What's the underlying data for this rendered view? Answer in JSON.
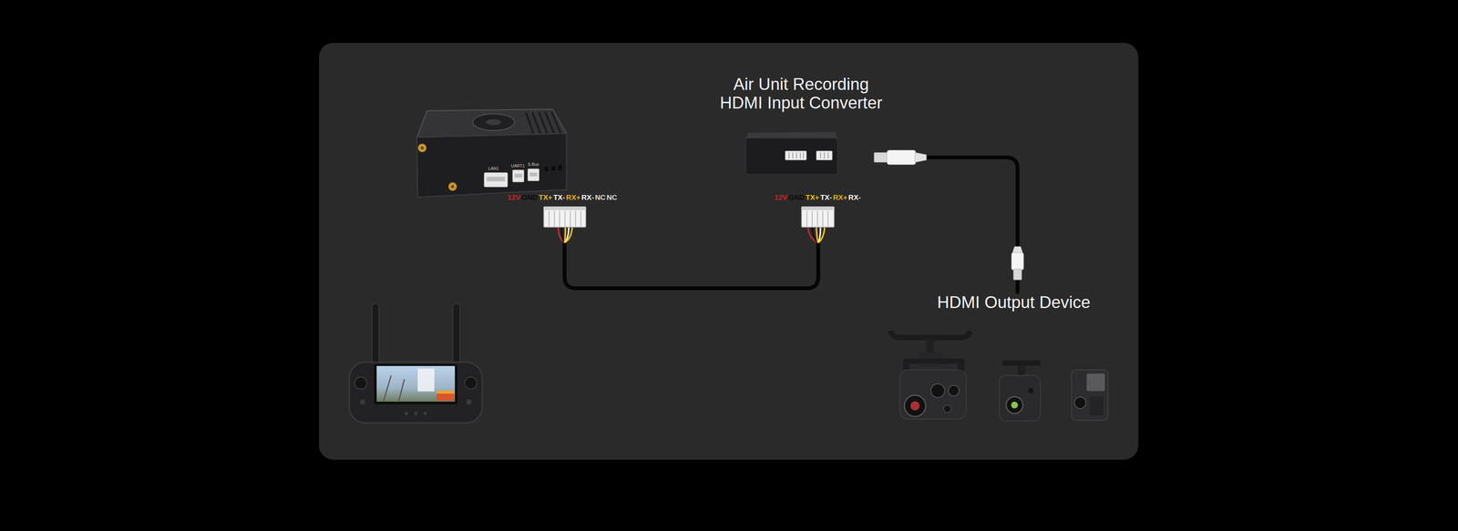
{
  "diagram": {
    "nodes": [
      {
        "text": [
          "LAN1",
          "UART1",
          "S.Bus"
        ]
      },
      {
        "text": [
          "Air Unit Recording HDMI Input Converter"
        ]
      },
      {
        "text": [
          "HDMI Output Device"
        ]
      }
    ],
    "edges": [
      {
        "from": 0,
        "to": 1,
        "arrow": "none"
      },
      {
        "from": 1,
        "to": 2,
        "arrow": "none"
      }
    ],
    "labels": [
      "12V",
      "GND",
      "TX+",
      "TX-",
      "RX+",
      "RX-",
      "NC",
      "NC",
      "12V",
      "GND",
      "TX+",
      "TX-",
      "RX+",
      "RX-"
    ]
  }
}
